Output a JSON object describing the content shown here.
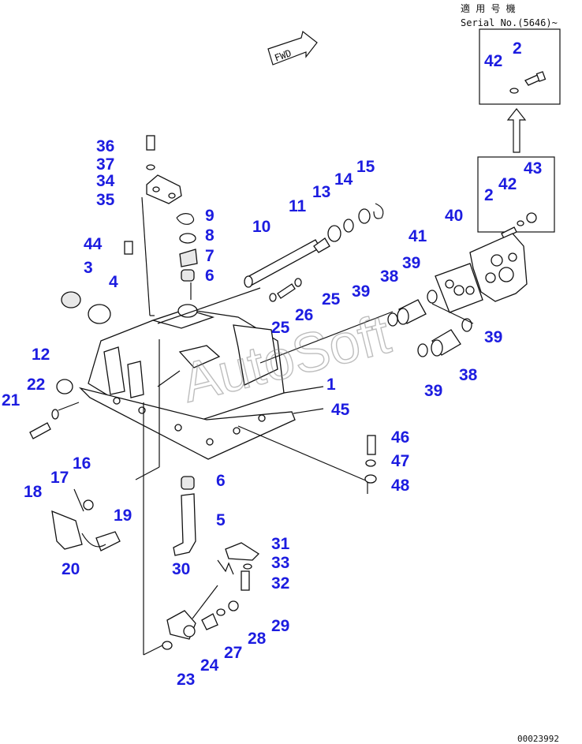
{
  "serial": {
    "label_jp": "適 用 号 機",
    "label": "Serial No.(5646)~"
  },
  "fwd_label": "FWD",
  "watermark": "AutoSoft",
  "drawing_code": "00023992",
  "callouts": {
    "c1": "1",
    "c2a": "2",
    "c2b": "2",
    "c3": "3",
    "c4": "4",
    "c5": "5",
    "c6a": "6",
    "c6b": "6",
    "c7": "7",
    "c8": "8",
    "c9": "9",
    "c10": "10",
    "c11": "11",
    "c12": "12",
    "c13": "13",
    "c14": "14",
    "c15": "15",
    "c16": "16",
    "c17": "17",
    "c18": "18",
    "c19": "19",
    "c20": "20",
    "c21": "21",
    "c22": "22",
    "c23": "23",
    "c24": "24",
    "c25a": "25",
    "c25b": "25",
    "c26": "26",
    "c27": "27",
    "c28": "28",
    "c29": "29",
    "c30": "30",
    "c31": "31",
    "c32": "32",
    "c33": "33",
    "c34": "34",
    "c35": "35",
    "c36": "36",
    "c37": "37",
    "c38a": "38",
    "c38b": "38",
    "c39a": "39",
    "c39b": "39",
    "c39c": "39",
    "c39d": "39",
    "c40": "40",
    "c41": "41",
    "c42a": "42",
    "c42b": "42",
    "c43": "43",
    "c44": "44",
    "c45": "45",
    "c46": "46",
    "c47": "47",
    "c48": "48"
  },
  "colors": {
    "callout": "#1c1ce0",
    "line": "#111111"
  }
}
